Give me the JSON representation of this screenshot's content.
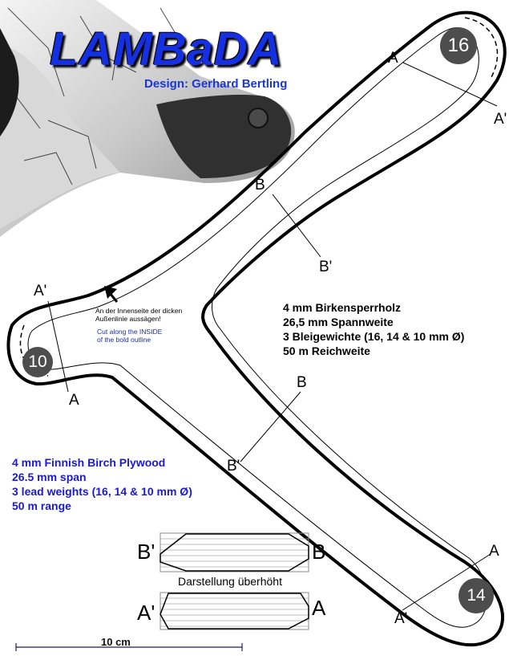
{
  "header": {
    "title": "LAMBaDA",
    "designer": "Design: Gerhard Bertling"
  },
  "notes": {
    "german": [
      "An der Innenseite der dicken",
      "Außenlinie aussägen!"
    ],
    "english": [
      "Cut along the INSIDE",
      "of the bold outline"
    ]
  },
  "specs": {
    "german": [
      "4 mm Birkensperrholz",
      "26,5 mm Spannweite",
      "3 Bleigewichte (16, 14 & 10 mm Ø)",
      "50 m Reichweite"
    ],
    "english": [
      "4 mm Finnish Birch Plywood",
      "26.5 mm span",
      "3 lead weights (16, 14 & 10 mm Ø)",
      "50 m range"
    ]
  },
  "section_labels": {
    "a_top": "A",
    "a_top_prime": "A'",
    "b_top": "B",
    "b_top_prime": "B'",
    "a_left_prime": "A'",
    "a_left": "A",
    "b_low": "B",
    "b_low_prime": "B'",
    "a_right": "A",
    "a_right_prime": "A'"
  },
  "weights": {
    "top_right": "16",
    "left": "10",
    "bottom_right": "14"
  },
  "cross_sections": {
    "b_left": "B'",
    "b_right": "B",
    "a_left": "A'",
    "a_right": "A",
    "caption": "Darstellung überhöht"
  },
  "scale_bar": {
    "label": "10 cm"
  },
  "colors": {
    "title": "#1530e0",
    "english_text": "#1a1ad6",
    "weight_disc": "#4d4d4d"
  }
}
